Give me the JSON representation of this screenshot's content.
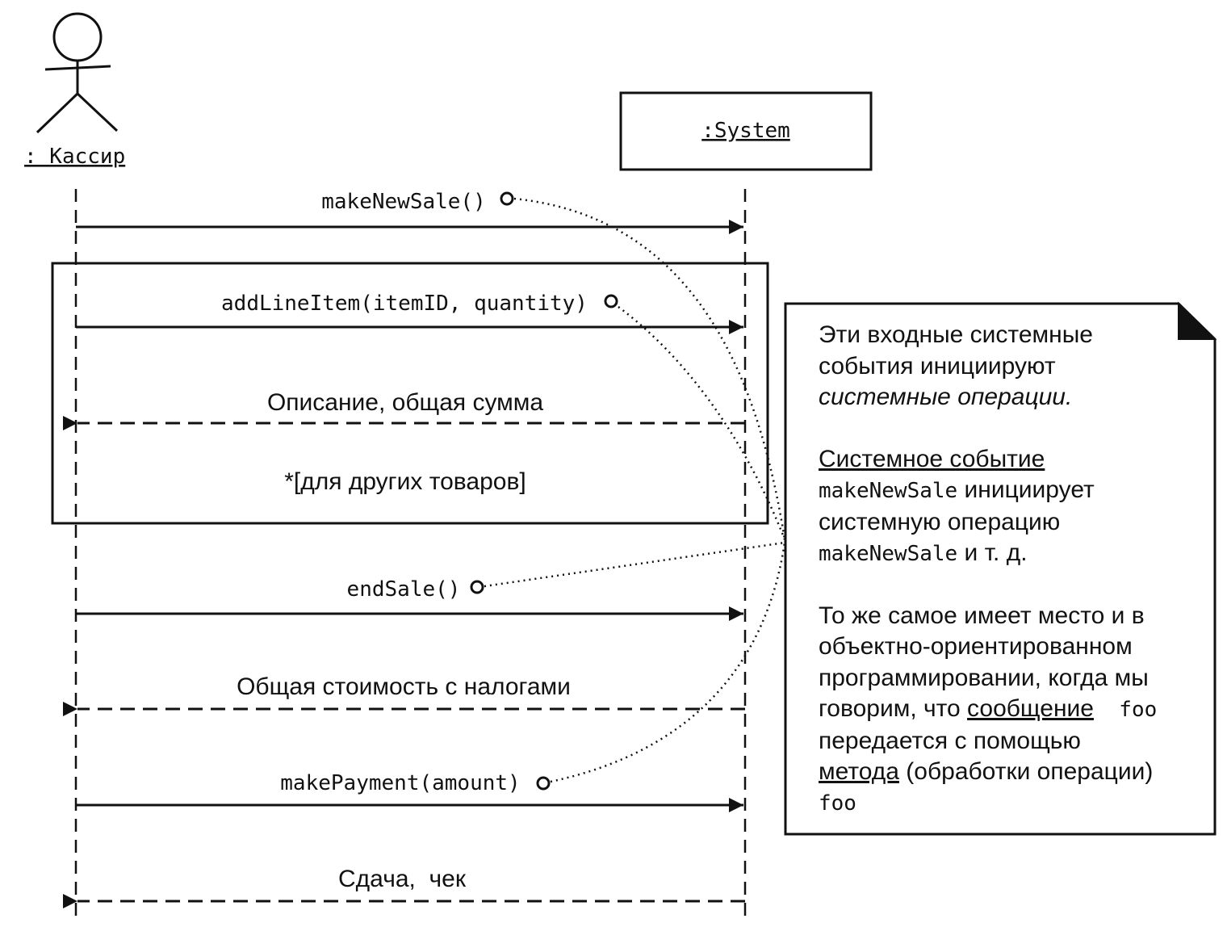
{
  "participants": {
    "actor": ": Кассир",
    "system": ":System"
  },
  "messages": [
    {
      "label": "makeNewSale()",
      "kind": "call"
    },
    {
      "label": "addLineItem(itemID, quantity)",
      "kind": "call"
    },
    {
      "label": "Описание, общая сумма",
      "kind": "return"
    },
    {
      "label": "endSale()",
      "kind": "call"
    },
    {
      "label": "Общая стоимость с налогами",
      "kind": "return"
    },
    {
      "label": "makePayment(amount)",
      "kind": "call"
    },
    {
      "label": "Сдача,  чек",
      "kind": "return"
    }
  ],
  "loop": {
    "guard": "*[для других товаров]"
  },
  "note": {
    "p1_line1": "Эти входные системные",
    "p1_line2": "события инициируют",
    "p1_line3": "системные операции.",
    "p2_line1": "Системное событие",
    "p2_code1": "makeNewSale",
    "p2_text1": " инициирует",
    "p2_line3": "системную операцию",
    "p2_code2": "makeNewSale",
    "p2_text2": " и т. д.",
    "p3_line1": "То же самое имеет место и в",
    "p3_line2": "объектно-ориентированном",
    "p3_line3": "программировании, когда мы",
    "p3_text_a": "говорим, что ",
    "p3_underline_a": "сообщение",
    "p3_code_a": "  foo",
    "p3_line5": "передается с помощью",
    "p3_underline_b": "метода",
    "p3_text_b": " (обработки операции)",
    "p3_code_b": "foo"
  }
}
